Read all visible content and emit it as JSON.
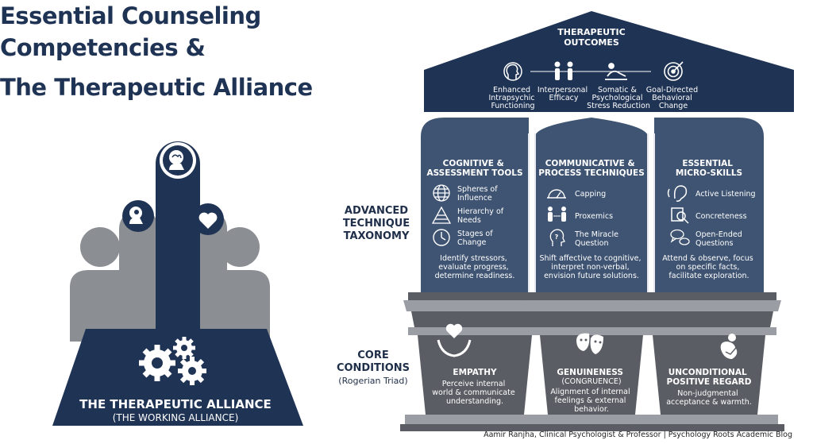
{
  "title": {
    "line1": "Essential Counseling",
    "line2": "Competencies &",
    "line3": "The Therapeutic Alliance"
  },
  "alliance": {
    "title": "THE THERAPEUTIC ALLIANCE",
    "subtitle": "(THE WORKING ALLIANCE)"
  },
  "roof": {
    "title_line1": "THERAPEUTIC",
    "title_line2": "OUTCOMES",
    "items": [
      {
        "icon": "brain-head-icon",
        "lines": [
          "Enhanced",
          "Intrapsychic",
          "Functioning"
        ]
      },
      {
        "icon": "two-people-icon",
        "lines": [
          "Interpersonal",
          "Efficacy"
        ]
      },
      {
        "icon": "relaxing-person-icon",
        "lines": [
          "Somatic &",
          "Psychological",
          "Stress Reduction"
        ]
      },
      {
        "icon": "target-icon",
        "lines": [
          "Goal-Directed",
          "Behavioral",
          "Change"
        ]
      }
    ]
  },
  "side_labels": {
    "taxonomy_line1": "ADVANCED",
    "taxonomy_line2": "TECHNIQUE",
    "taxonomy_line3": "TAXONOMY",
    "core_line1": "CORE",
    "core_line2": "CONDITIONS",
    "core_sub": "(Rogerian Triad)"
  },
  "columns": [
    {
      "title_lines": [
        "COGNITIVE &",
        "ASSESSMENT TOOLS"
      ],
      "items": [
        {
          "icon": "globe-icon",
          "lines": [
            "Spheres of",
            "Influence"
          ]
        },
        {
          "icon": "pyramid-icon",
          "lines": [
            "Hierarchy of",
            "Needs"
          ]
        },
        {
          "icon": "clock-icon",
          "lines": [
            "Stages of",
            "Change"
          ]
        }
      ],
      "desc_lines": [
        "Identify stressors,",
        "evaluate progress,",
        "determine readiness."
      ]
    },
    {
      "title_lines": [
        "COMMUNICATIVE &",
        "PROCESS TECHNIQUES"
      ],
      "items": [
        {
          "icon": "gauge-icon",
          "lines": [
            "Capping"
          ]
        },
        {
          "icon": "proxemics-icon",
          "lines": [
            "Proxemics"
          ]
        },
        {
          "icon": "question-head-icon",
          "lines": [
            "The Miracle",
            "Question"
          ]
        }
      ],
      "desc_lines": [
        "Shift affective to cognitive,",
        "interpret non-verbal,",
        "envision future solutions."
      ]
    },
    {
      "title_lines": [
        "ESSENTIAL",
        "MICRO-SKILLS"
      ],
      "items": [
        {
          "icon": "ear-icon",
          "lines": [
            "Active Listening"
          ]
        },
        {
          "icon": "magnifier-icon",
          "lines": [
            "Concreteness"
          ]
        },
        {
          "icon": "speech-bubbles-icon",
          "lines": [
            "Open-Ended",
            "Questions"
          ]
        }
      ],
      "desc_lines": [
        "Attend & observe, focus",
        "on specific facts,",
        "facilitate exploration."
      ]
    }
  ],
  "conditions": [
    {
      "icon": "heart-hands-icon",
      "title_lines": [
        "EMPATHY"
      ],
      "desc_lines": [
        "Perceive internal",
        "world & communicate",
        "understanding."
      ]
    },
    {
      "icon": "theater-masks-icon",
      "title_lines": [
        "GENUINENESS",
        "(CONGRUENCE)"
      ],
      "desc_lines": [
        "Alignment of internal",
        "feelings & external",
        "behavior."
      ]
    },
    {
      "icon": "embrace-icon",
      "title_lines": [
        "UNCONDITIONAL",
        "POSITIVE REGARD"
      ],
      "desc_lines": [
        "Non-judgmental",
        "acceptance & warmth."
      ]
    }
  ],
  "footer": "Aamir Ranjha, Clinical Psychologist & Professor | Psychology Roots Academic Blog",
  "colors": {
    "navy": "#1f3354",
    "slate": "#3f5472",
    "gray_dark": "#5a5d63",
    "gray_light": "#9a9da3",
    "figure_gray": "#8b8e93"
  }
}
